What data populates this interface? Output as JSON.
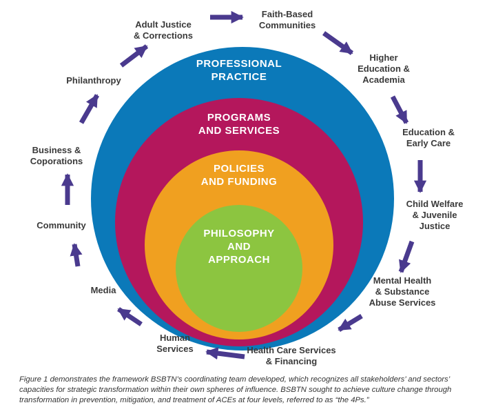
{
  "colors": {
    "outer": "#0b79b9",
    "programs": "#b4175c",
    "policies": "#f0a020",
    "core": "#8cc540",
    "arrow": "#4a3a8e",
    "ring_text": "#ffffff",
    "sector_text": "#3a3a3a"
  },
  "rings": {
    "outer": [
      "PROFESSIONAL",
      "PRACTICE"
    ],
    "programs": [
      "PROGRAMS",
      "AND SERVICES"
    ],
    "policies": [
      "POLICIES",
      "AND FUNDING"
    ],
    "core": [
      "PHILOSOPHY",
      "AND",
      "APPROACH"
    ]
  },
  "sectors": [
    {
      "id": "faith",
      "lines": [
        "Faith-Based",
        "Communities"
      ]
    },
    {
      "id": "higher-ed",
      "lines": [
        "Higher",
        "Education &",
        "Academia"
      ]
    },
    {
      "id": "education",
      "lines": [
        "Education &",
        "Early Care"
      ]
    },
    {
      "id": "child-welfare",
      "lines": [
        "Child Welfare",
        "& Juvenile",
        "Justice"
      ]
    },
    {
      "id": "mental-health",
      "lines": [
        "Mental Health",
        "& Substance",
        "Abuse Services"
      ]
    },
    {
      "id": "health-care",
      "lines": [
        "Health Care Services",
        "& Financing"
      ]
    },
    {
      "id": "human-services",
      "lines": [
        "Human",
        "Services"
      ]
    },
    {
      "id": "media",
      "lines": [
        "Media"
      ]
    },
    {
      "id": "community",
      "lines": [
        "Community"
      ]
    },
    {
      "id": "business",
      "lines": [
        "Business &",
        "Coporations"
      ]
    },
    {
      "id": "philanthropy",
      "lines": [
        "Philanthropy"
      ]
    },
    {
      "id": "adult-justice",
      "lines": [
        "Adult Justice",
        "& Corrections"
      ]
    }
  ],
  "caption": "Figure 1 demonstrates the framework BSBTN’s coordinating team developed, which recognizes all stakeholders’ and sectors’ capacities for strategic transformation within their own spheres of influence. BSBTN sought to achieve culture change through transformation in prevention, mitigation, and treatment of ACEs at four levels, referred to as “the 4Ps.”"
}
